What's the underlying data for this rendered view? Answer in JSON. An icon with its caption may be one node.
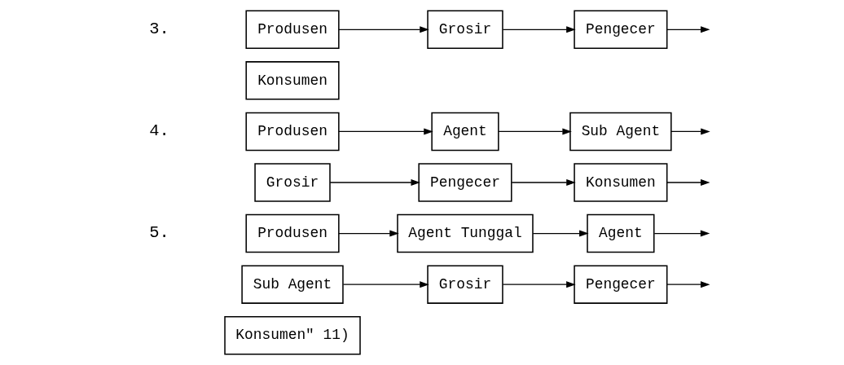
{
  "diagram": {
    "nodes": [
      {
        "text": [
          "Produsen"
        ]
      },
      {
        "text": [
          "Grosir"
        ]
      },
      {
        "text": [
          "Pengecer"
        ]
      },
      {
        "text": [
          "Konsumen"
        ]
      },
      {
        "text": [
          "Produsen"
        ]
      },
      {
        "text": [
          "Agent"
        ]
      },
      {
        "text": [
          "Sub Agent"
        ]
      },
      {
        "text": [
          "Grosir"
        ]
      },
      {
        "text": [
          "Pengecer"
        ]
      },
      {
        "text": [
          "Konsumen"
        ]
      },
      {
        "text": [
          "Produsen"
        ]
      },
      {
        "text": [
          "Agent Tunggal"
        ]
      },
      {
        "text": [
          "Agent"
        ]
      },
      {
        "text": [
          "Sub Agent"
        ]
      },
      {
        "text": [
          "Grosir"
        ]
      },
      {
        "text": [
          "Pengecer"
        ]
      },
      {
        "text": [
          "Konsumen\" 11)"
        ]
      }
    ],
    "edges": [
      {
        "from": 0,
        "to": 1,
        "arrow": "to"
      },
      {
        "from": 1,
        "to": 2,
        "arrow": "to"
      },
      {
        "from": 2,
        "to": null,
        "arrow": "to"
      },
      {
        "from": 4,
        "to": 5,
        "arrow": "to"
      },
      {
        "from": 5,
        "to": 6,
        "arrow": "to"
      },
      {
        "from": 6,
        "to": null,
        "arrow": "to"
      },
      {
        "from": 7,
        "to": 8,
        "arrow": "to"
      },
      {
        "from": 8,
        "to": 9,
        "arrow": "to"
      },
      {
        "from": 9,
        "to": null,
        "arrow": "to"
      },
      {
        "from": 10,
        "to": 11,
        "arrow": "to"
      },
      {
        "from": 11,
        "to": 12,
        "arrow": "to"
      },
      {
        "from": 12,
        "to": null,
        "arrow": "to"
      },
      {
        "from": 13,
        "to": 14,
        "arrow": "to"
      },
      {
        "from": 14,
        "to": 15,
        "arrow": "to"
      },
      {
        "from": 15,
        "to": null,
        "arrow": "to"
      }
    ],
    "labels": [
      "3.",
      "4.",
      "5."
    ]
  }
}
